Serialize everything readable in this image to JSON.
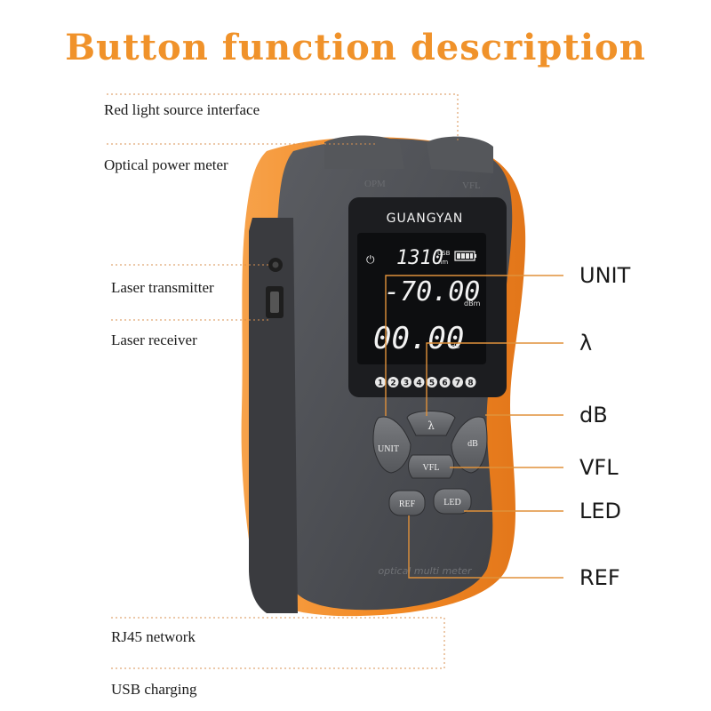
{
  "title": "Button function description",
  "left_labels": [
    "Red light source interface",
    "Optical power meter",
    "Laser transmitter",
    "Laser receiver",
    "RJ45 network",
    "USB charging"
  ],
  "right_labels": [
    "UNIT",
    "λ",
    "dB",
    "VFL",
    "LED",
    "REF"
  ],
  "device": {
    "brand": "GUANGYAN",
    "screen_wavelength": "1310",
    "screen_wavelength_unit": "nm",
    "screen_usb": "USB",
    "screen_power": "-70.00",
    "screen_power_unit": "dBm",
    "screen_rel": "00.00",
    "screen_rel_unit": "dB",
    "screen_indicators": [
      "1",
      "2",
      "3",
      "4",
      "5",
      "6",
      "7",
      "8"
    ],
    "buttons": {
      "unit": "UNIT",
      "lambda": "λ",
      "db": "dB",
      "vfl": "VFL",
      "ref": "REF",
      "led": "LED"
    },
    "bottom_text": "optical multi meter",
    "top_port_left": "OPM",
    "top_port_right": "VFL"
  },
  "colors": {
    "title": "#f0922a",
    "body_orange": "#f38a24",
    "body_gray": "#4b4d52",
    "leader_line": "#d89050"
  }
}
